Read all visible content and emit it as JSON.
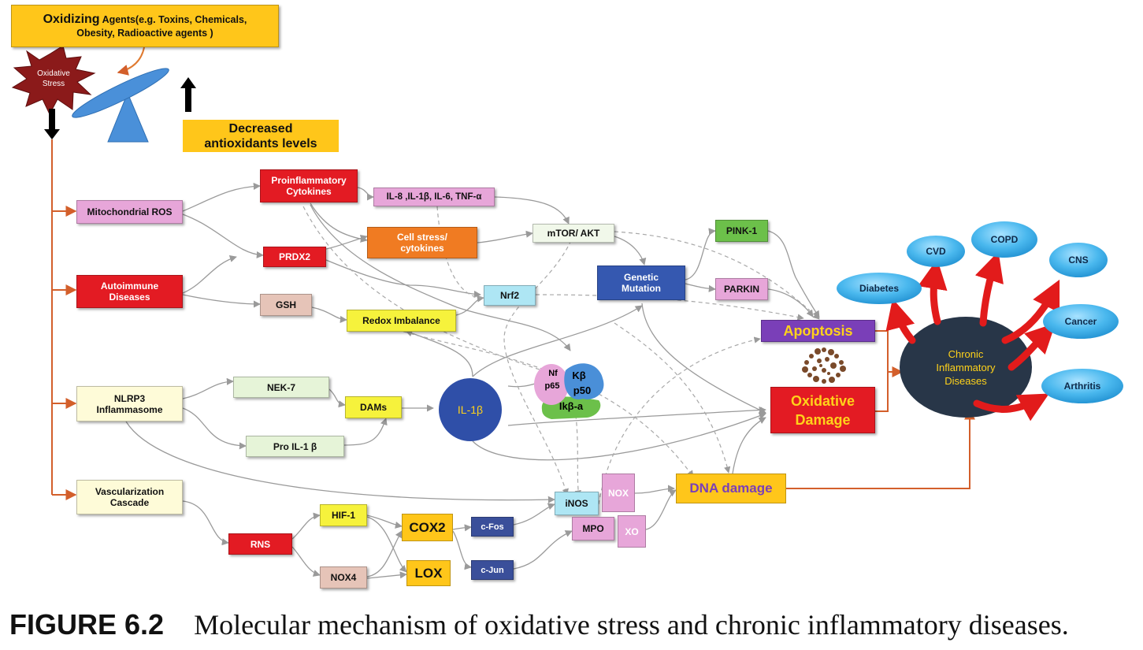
{
  "colors": {
    "arrow": "#9a9a9a",
    "trunk": "#d35f2b",
    "red_arrow": "#e21b1b",
    "yellow_box": "#ffc61a",
    "red_box": "#e31b23",
    "pink_box": "#e7a6d9",
    "navy_ellipse": "#283648",
    "sky_ellipse": "#4ab8ee",
    "orange_box": "#f07b22",
    "il1b_circle": "#2f4fa8"
  },
  "header": {
    "oxidizing_bold": "Oxidizing",
    "oxidizing_rest": " Agents(e.g. Toxins, Chemicals,",
    "oxidizing_line2": "Obesity, Radioactive agents )",
    "oxidative_stress": [
      "Oxidative",
      "Stress"
    ],
    "decreased_antioxidants": [
      "Decreased",
      "antioxidants levels"
    ]
  },
  "nodes": {
    "mitochondrial_ros": "Mitochondrial  ROS",
    "autoimmune": [
      "Autoimmune",
      "Diseases"
    ],
    "nlrp3": [
      "NLRP3",
      "Inflammasome"
    ],
    "vascularization": [
      "Vascularization",
      "Cascade"
    ],
    "proinflammatory": [
      "Proinflammatory",
      "Cytokines"
    ],
    "il_list": "IL-8 ,IL-1β, IL-6, TNF-α",
    "cell_stress": [
      "Cell stress/",
      "cytokines"
    ],
    "mtor": "mTOR/ AKT",
    "prdx2": "PRDX2",
    "gsh": "GSH",
    "redox": "Redox Imbalance",
    "nrf2": "Nrf2",
    "genetic_mutation": [
      "Genetic",
      "Mutation"
    ],
    "pink1": "PINK-1",
    "parkin": "PARKIN",
    "apoptosis": "Apoptosis",
    "oxidative_damage": [
      "Oxidative",
      "Damage"
    ],
    "nek7": "NEK-7",
    "dams": "DAMs",
    "pro_il1b": "Pro IL-1 β",
    "il1b": "IL-1β",
    "nfkb": {
      "nf": "Nf",
      "p65": "p65",
      "kb": "Kβ",
      "p50": "p50",
      "ikb": "Ikβ-a"
    },
    "rns": "RNS",
    "hif1": "HIF-1",
    "nox4": "NOX4",
    "cox2": "COX2",
    "lox": "LOX",
    "cfos": "c-Fos",
    "cjun": "c-Jun",
    "inos": "iNOS",
    "nox": "NOX",
    "mpo": "MPO",
    "xo": "XO",
    "dna_damage": "DNA damage",
    "chronic": [
      "Chronic",
      "Inflammatory",
      "Diseases"
    ]
  },
  "diseases": {
    "diabetes": "Diabetes",
    "cvd": "CVD",
    "copd": "COPD",
    "cns": "CNS",
    "cancer": "Cancer",
    "arthritis": "Arthritis"
  },
  "caption": {
    "number": "FIGURE 6.2",
    "text": "Molecular mechanism of oxidative stress and chronic inflammatory diseases."
  }
}
